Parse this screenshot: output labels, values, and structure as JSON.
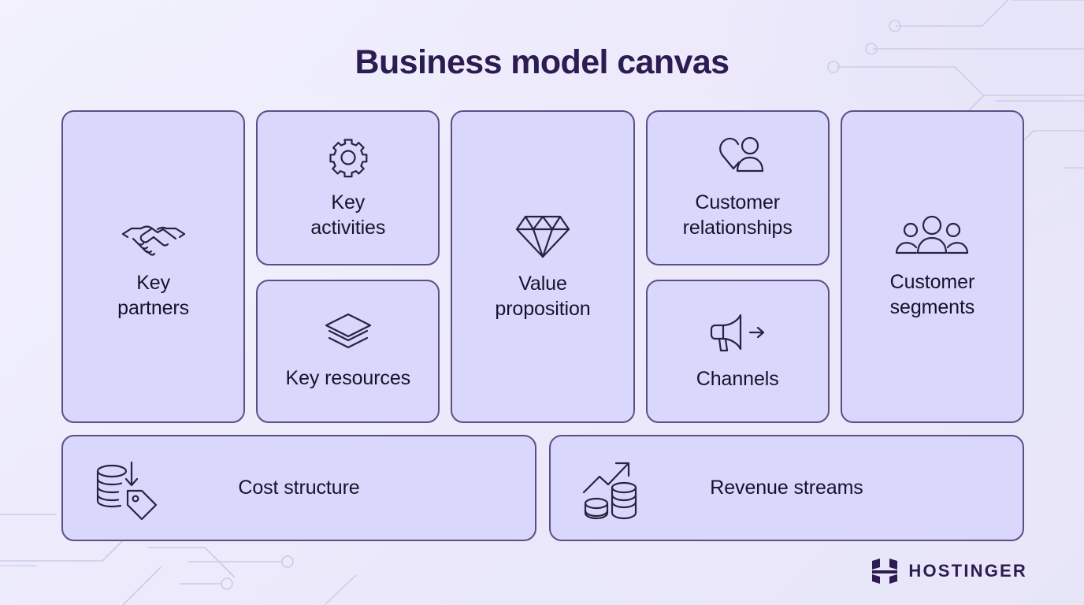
{
  "page": {
    "title": "Business model canvas",
    "background_color": "#ecebfb",
    "card_fill_color": "#dad7fc",
    "card_border_color": "#5d4f86",
    "text_color": "#15132b",
    "title_color": "#2c1c52"
  },
  "blocks": {
    "key_partners": {
      "label": "Key\npartners",
      "icon": "handshake-icon"
    },
    "key_activities": {
      "label": "Key\nactivities",
      "icon": "gear-icon"
    },
    "key_resources": {
      "label": "Key resources",
      "icon": "layers-icon"
    },
    "value_proposition": {
      "label": "Value\nproposition",
      "icon": "diamond-icon"
    },
    "customer_relationships": {
      "label": "Customer\nrelationships",
      "icon": "heart-person-icon"
    },
    "channels": {
      "label": "Channels",
      "icon": "megaphone-arrow-icon"
    },
    "customer_segments": {
      "label": "Customer\nsegments",
      "icon": "people-group-icon"
    },
    "cost_structure": {
      "label": "Cost structure",
      "icon": "coins-tag-down-arrow-icon"
    },
    "revenue_streams": {
      "label": "Revenue streams",
      "icon": "growth-arrow-coins-icon"
    }
  },
  "branding": {
    "name": "HOSTINGER",
    "mark": "hostinger-h-logo-icon"
  }
}
